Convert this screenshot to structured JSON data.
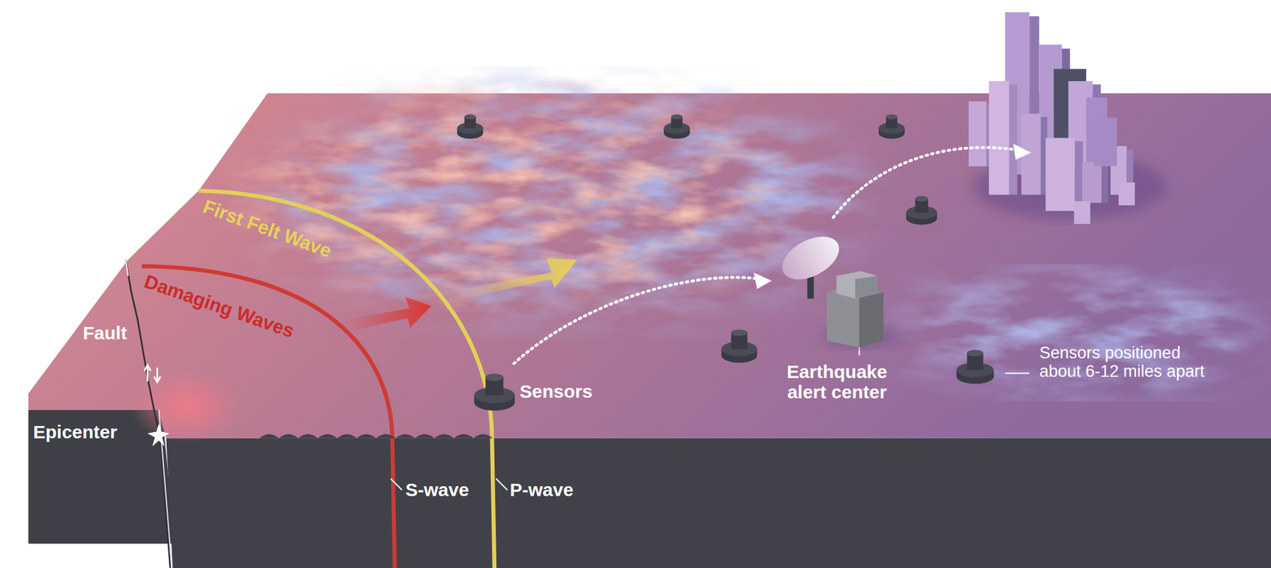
{
  "diagram": {
    "labels": [
      "First Felt Wave",
      "Damaging Waves",
      "Fault",
      "Sensors",
      "Earthquake alert center",
      "Sensors positioned about 6-12 miles apart",
      "Epicenter",
      "S-wave",
      "P-wave"
    ]
  }
}
